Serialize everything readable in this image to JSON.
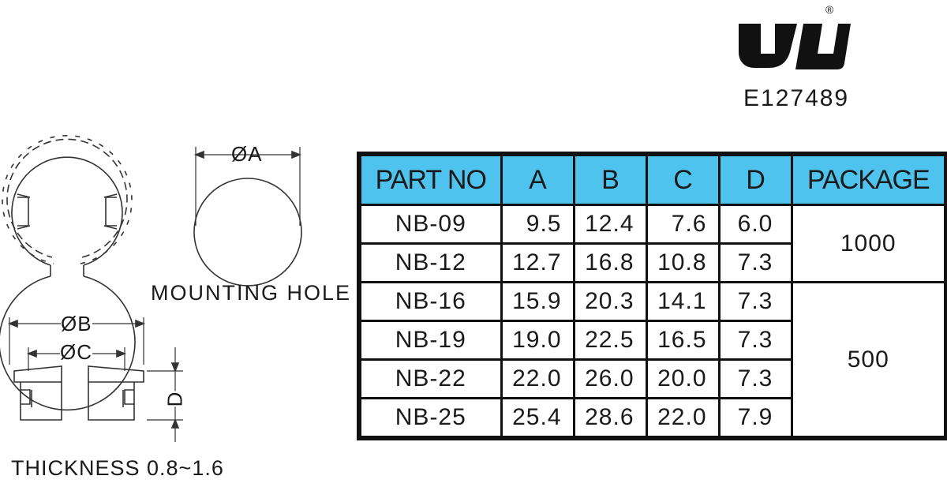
{
  "cert": {
    "logo": "UL",
    "registered_mark": "®",
    "file_number": "E127489"
  },
  "drawing": {
    "dia_a_label": "ØA",
    "mounting_hole_label": "MOUNTING HOLE",
    "dia_b_label": "ØB",
    "dia_c_label": "ØC",
    "d_label": "D",
    "thickness_label": "THICKNESS 0.8~1.6"
  },
  "table": {
    "headers": [
      "PART NO",
      "A",
      "B",
      "C",
      "D",
      "PACKAGE"
    ],
    "header_color": "#4dc3ee",
    "rows": [
      {
        "part": "NB-09",
        "a": "9.5",
        "b": "12.4",
        "c": "7.6",
        "d": "6.0"
      },
      {
        "part": "NB-12",
        "a": "12.7",
        "b": "16.8",
        "c": "10.8",
        "d": "7.3"
      },
      {
        "part": "NB-16",
        "a": "15.9",
        "b": "20.3",
        "c": "14.1",
        "d": "7.3"
      },
      {
        "part": "NB-19",
        "a": "19.0",
        "b": "22.5",
        "c": "16.5",
        "d": "7.3"
      },
      {
        "part": "NB-22",
        "a": "22.0",
        "b": "26.0",
        "c": "20.0",
        "d": "7.3"
      },
      {
        "part": "NB-25",
        "a": "25.4",
        "b": "28.6",
        "c": "22.0",
        "d": "7.9"
      }
    ],
    "package_groups": [
      "1000",
      "500"
    ]
  }
}
